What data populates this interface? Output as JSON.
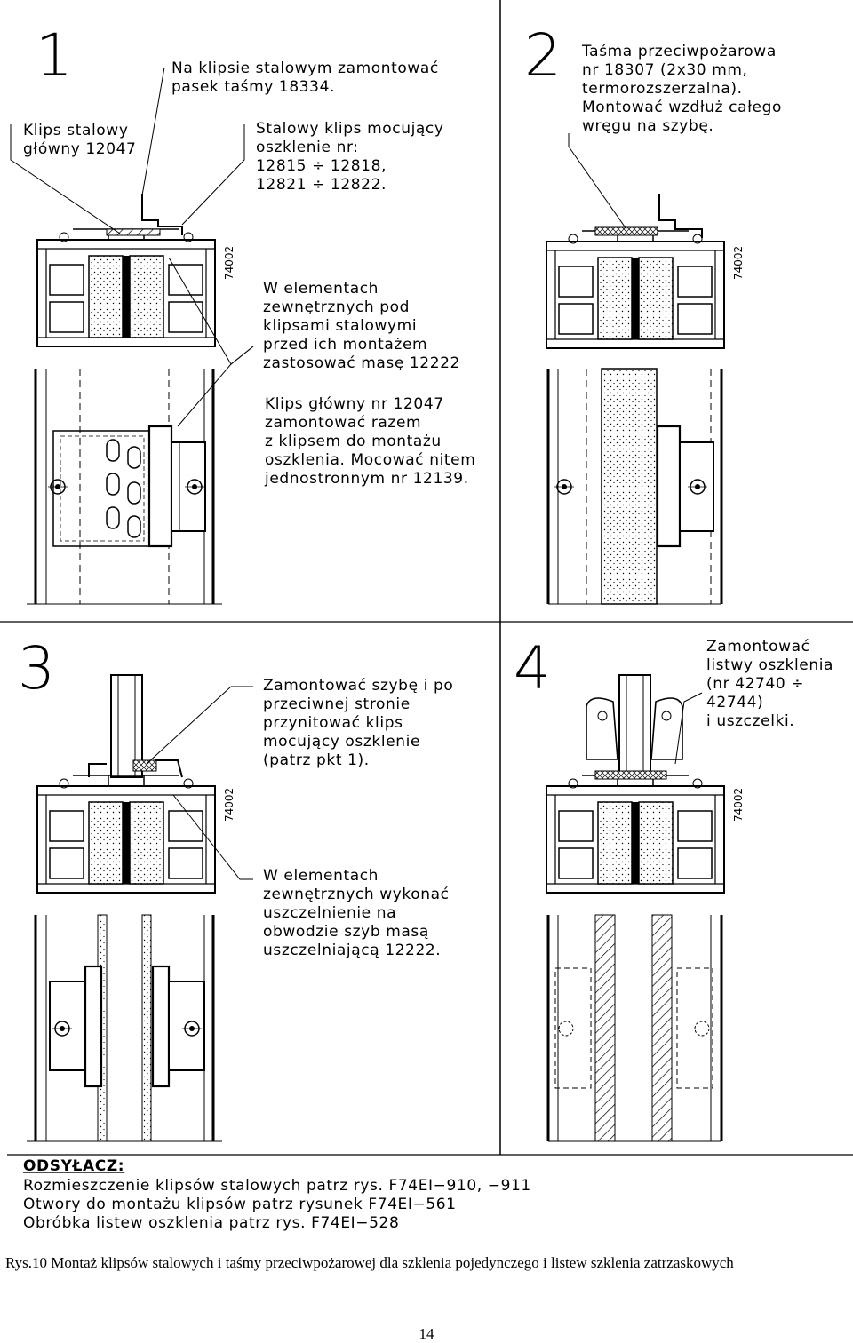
{
  "panels": [
    {
      "num": "1",
      "code": "74002",
      "notes": [
        [
          "Na klipsie stalowym zamontować",
          "pasek taśmy 18334."
        ],
        [
          "Klips stalowy",
          "główny 12047"
        ],
        [
          "Stalowy klips mocujący",
          "oszklenie nr:",
          "12815 ÷ 12818,",
          "12821 ÷ 12822."
        ],
        [
          "W elementach",
          "zewnętrznych pod",
          "klipsami stalowymi",
          "przed ich montażem",
          "zastosować masę 12222"
        ],
        [
          "Klips główny nr 12047",
          "zamontować razem",
          "z klipsem do montażu",
          "oszklenia. Mocować nitem",
          "jednostronnym nr 12139."
        ]
      ]
    },
    {
      "num": "2",
      "code": "74002",
      "notes": [
        [
          "Taśma przeciwpożarowa",
          "nr 18307 (2x30 mm,",
          "termorozszerzalna).",
          "Montować wzdłuż całego",
          "wręgu na szybę."
        ]
      ]
    },
    {
      "num": "3",
      "code": "74002",
      "notes": [
        [
          "Zamontować szybę i po",
          "przeciwnej stronie",
          "przynitować klips",
          "mocujący oszklenie",
          "(patrz pkt 1)."
        ],
        [
          "W elementach",
          "zewnętrznych wykonać",
          "uszczelnienie na",
          "obwodzie szyb masą",
          "uszczelniającą 12222."
        ]
      ]
    },
    {
      "num": "4",
      "code": "74002",
      "notes": [
        [
          "Zamontować",
          "listwy oszklenia",
          "(nr 42740 ÷",
          "42744)",
          "i uszczelki."
        ]
      ]
    }
  ],
  "reference": {
    "title": "ODSYŁACZ:",
    "lines": [
      "Rozmieszczenie klipsów stalowych patrz rys. F74EI−910, −911",
      "Otwory do montażu klipsów patrz rysunek F74EI−561",
      "Obróbka listew oszklenia patrz rys. F74EI−528"
    ]
  },
  "caption": "Rys.10  Montaż klipsów stalowych i taśmy przeciwpożarowej dla szklenia pojedynczego i listew szklenia zatrzaskowych",
  "page_number": "14"
}
